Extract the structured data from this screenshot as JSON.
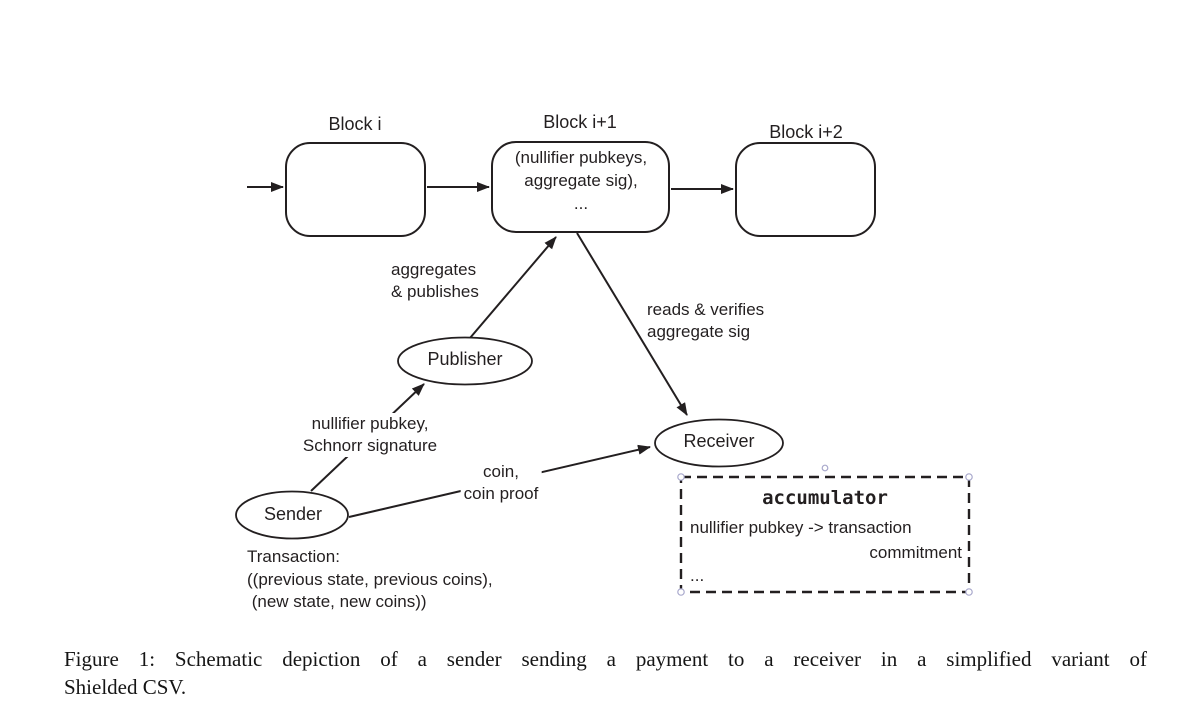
{
  "diagram": {
    "blocks": [
      {
        "label": "Block i",
        "content": ""
      },
      {
        "label": "Block i+1",
        "content": "(nullifier pubkeys,\naggregate sig),\n..."
      },
      {
        "label": "Block i+2",
        "content": ""
      }
    ],
    "nodes": {
      "publisher": "Publisher",
      "receiver": "Receiver",
      "sender": "Sender"
    },
    "edge_labels": {
      "aggregates_publishes": "aggregates\n& publishes",
      "reads_verifies": "reads & verifies\naggregate sig",
      "nullifier_schnorr": "nullifier pubkey,\nSchnorr signature",
      "coin_proof": "coin,\ncoin proof"
    },
    "transaction_note": "Transaction:\n((previous state, previous coins),\n (new state, new coins))",
    "accumulator": {
      "title": "accumulator",
      "mapping_from": "nullifier pubkey -> transaction",
      "mapping_to": "commitment",
      "ellipsis": "..."
    }
  },
  "caption": {
    "line1": "Figure 1: Schematic depiction of a sender sending a payment to a receiver in a simplified variant of",
    "line2": "Shielded CSV."
  },
  "colors": {
    "stroke": "#231f20",
    "text": "#231f20",
    "selection_handle": "#a8a8cc",
    "background": "#ffffff"
  }
}
